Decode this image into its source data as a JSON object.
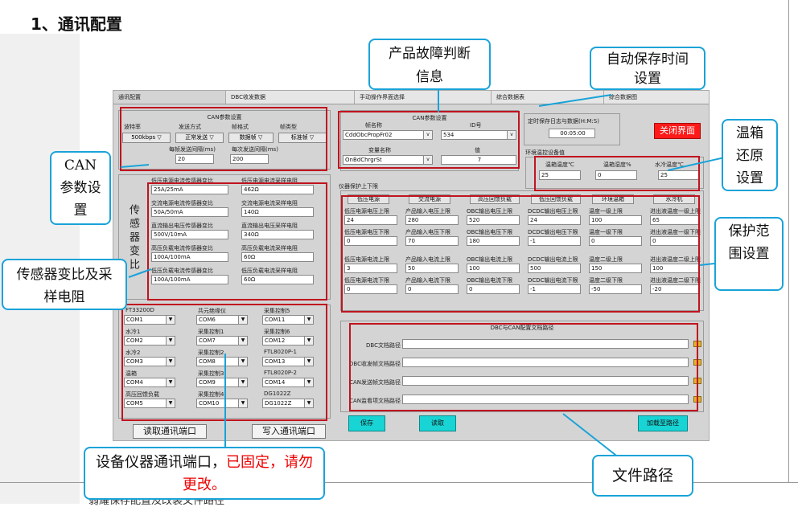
{
  "heading": "1、通讯配置",
  "bottom_text": "弱耀保存配置及改装文件路径",
  "tabs": [
    "通讯配置",
    "DBC收发数据",
    "手动操作界面选择",
    "综合数据表",
    "综合数据图"
  ],
  "can": {
    "title": "CAN参数设置",
    "labels": [
      "波特率",
      "发送方式",
      "帧格式",
      "帧类型"
    ],
    "values": [
      "500kbps",
      "正常发送",
      "数据帧",
      "标准帧"
    ],
    "interval_label": "每帧发送间隔(ms)",
    "interval_value": "20",
    "interval2_label": "每次发送间隔(ms)",
    "interval2_value": "200"
  },
  "sensor": {
    "side_label": "传感器变比",
    "rows": [
      {
        "l1": "低压电源电流传感器变比",
        "l2": "低压电源电流采样电阻",
        "v1": "25A/25mA",
        "v2": "462Ω"
      },
      {
        "l1": "交流电源电流传感器变比",
        "l2": "交流电源电流采样电阻",
        "v1": "50A/50mA",
        "v2": "140Ω"
      },
      {
        "l1": "直流输出电压传感器变比",
        "l2": "直流输出电压采样电阻",
        "v1": "500V/10mA",
        "v2": "340Ω"
      },
      {
        "l1": "高压负载电流传感器变比",
        "l2": "高压负载电流采样电阻",
        "v1": "100A/100mA",
        "v2": "60Ω"
      },
      {
        "l1": "低压负载电流传感器变比",
        "l2": "低压负载电流采样电阻",
        "v1": "100A/100mA",
        "v2": "60Ω"
      }
    ]
  },
  "ports": {
    "items": [
      {
        "l": "FT33200D",
        "v": "COM1"
      },
      {
        "l": "共元绝缘仪",
        "v": "COM6"
      },
      {
        "l": "采集控制5",
        "v": "COM11"
      },
      {
        "l": "水冷1",
        "v": "COM2"
      },
      {
        "l": "采集控制1",
        "v": "COM7"
      },
      {
        "l": "采集控制6",
        "v": "COM12"
      },
      {
        "l": "水冷2",
        "v": "COM3"
      },
      {
        "l": "采集控制2",
        "v": "COM8"
      },
      {
        "l": "FTL8020P-1",
        "v": "COM13"
      },
      {
        "l": "温箱",
        "v": "COM4"
      },
      {
        "l": "采集控制3",
        "v": "COM9"
      },
      {
        "l": "FTL8020P-2",
        "v": "COM14"
      },
      {
        "l": "高压回馈负载",
        "v": "COM5"
      },
      {
        "l": "采集控制4",
        "v": "COM10"
      },
      {
        "l": "DG1022Z",
        "v": "DG1022Z"
      }
    ],
    "read_btn": "读取通讯端口",
    "write_btn": "写入通讯端口"
  },
  "dbc_msg": {
    "title": "CAN参数设置",
    "frame_label": "帧名称",
    "id_label": "ID号",
    "frame_value": "CddObcPropFr02",
    "id_value": "534",
    "var_label": "变量名称",
    "val_label": "值",
    "var_value": "OnBdChrgrSt",
    "val_value": "7"
  },
  "autosave": {
    "label": "定时保存日志与数据(H:M:S)",
    "value": "00:05:00"
  },
  "close_btn": "关闭界面",
  "env": {
    "title": "环境温控设备值",
    "labels": [
      "温箱温度℃",
      "温箱湿度%",
      "水冷温度℃"
    ],
    "values": [
      "25",
      "0",
      "25"
    ]
  },
  "protect": {
    "title": "仪器保护上下限",
    "headers": [
      "低压电源",
      "交流电源",
      "高压回馈负载",
      "低压回馈负载",
      "环境温箱",
      "水冷机"
    ],
    "rows": [
      {
        "labels": [
          "低压电源电压上限",
          "产品输入电压上限",
          "OBC输出电压上限",
          "DCDC输出电压上限",
          "温度一级上限",
          "进出液温度一级上限"
        ],
        "values": [
          "24",
          "280",
          "520",
          "24",
          "100",
          "65"
        ]
      },
      {
        "labels": [
          "低压电源电压下限",
          "产品输入电压下限",
          "OBC输出电压下限",
          "DCDC输出电压下限",
          "温度一级下限",
          "进出液温度一级下限"
        ],
        "values": [
          "0",
          "70",
          "180",
          "-1",
          "0",
          "0"
        ]
      },
      {
        "labels": [
          "低压电源电流上限",
          "产品输入电流上限",
          "OBC输出电流上限",
          "DCDC输出电流上限",
          "温度二级上限",
          "进出液温度二级上限"
        ],
        "values": [
          "3",
          "50",
          "100",
          "500",
          "150",
          "100"
        ]
      },
      {
        "labels": [
          "低压电源电流下限",
          "产品输入电流下限",
          "OBC输出电流下限",
          "DCDC输出电流下限",
          "温度二级下限",
          "进出液温度二级下限"
        ],
        "values": [
          "0",
          "0",
          "0",
          "-1",
          "-50",
          "-20"
        ]
      }
    ]
  },
  "paths": {
    "title": "DBC与CAN配置文档路径",
    "labels": [
      "DBC文档路径",
      "DBC收发帧文档路径",
      "CAN发送帧文档路径",
      "CAN监看项文档路径"
    ],
    "values": [
      "",
      "",
      "",
      ""
    ]
  },
  "buttons": {
    "save": "保存",
    "read": "读取",
    "load_path": "加载至路径"
  },
  "callouts": {
    "product_fault": "产品故障判断信息",
    "autosave": "自动保存时间设置",
    "oven": "温箱还原设置",
    "can": "CAN参数设置",
    "sensor": "传感器变比及采样电阻",
    "protect": "保护范围设置",
    "ports_line1": "设备仪器通讯端口，",
    "ports_red": "已固定，请勿更改。",
    "paths": "文件路径"
  }
}
